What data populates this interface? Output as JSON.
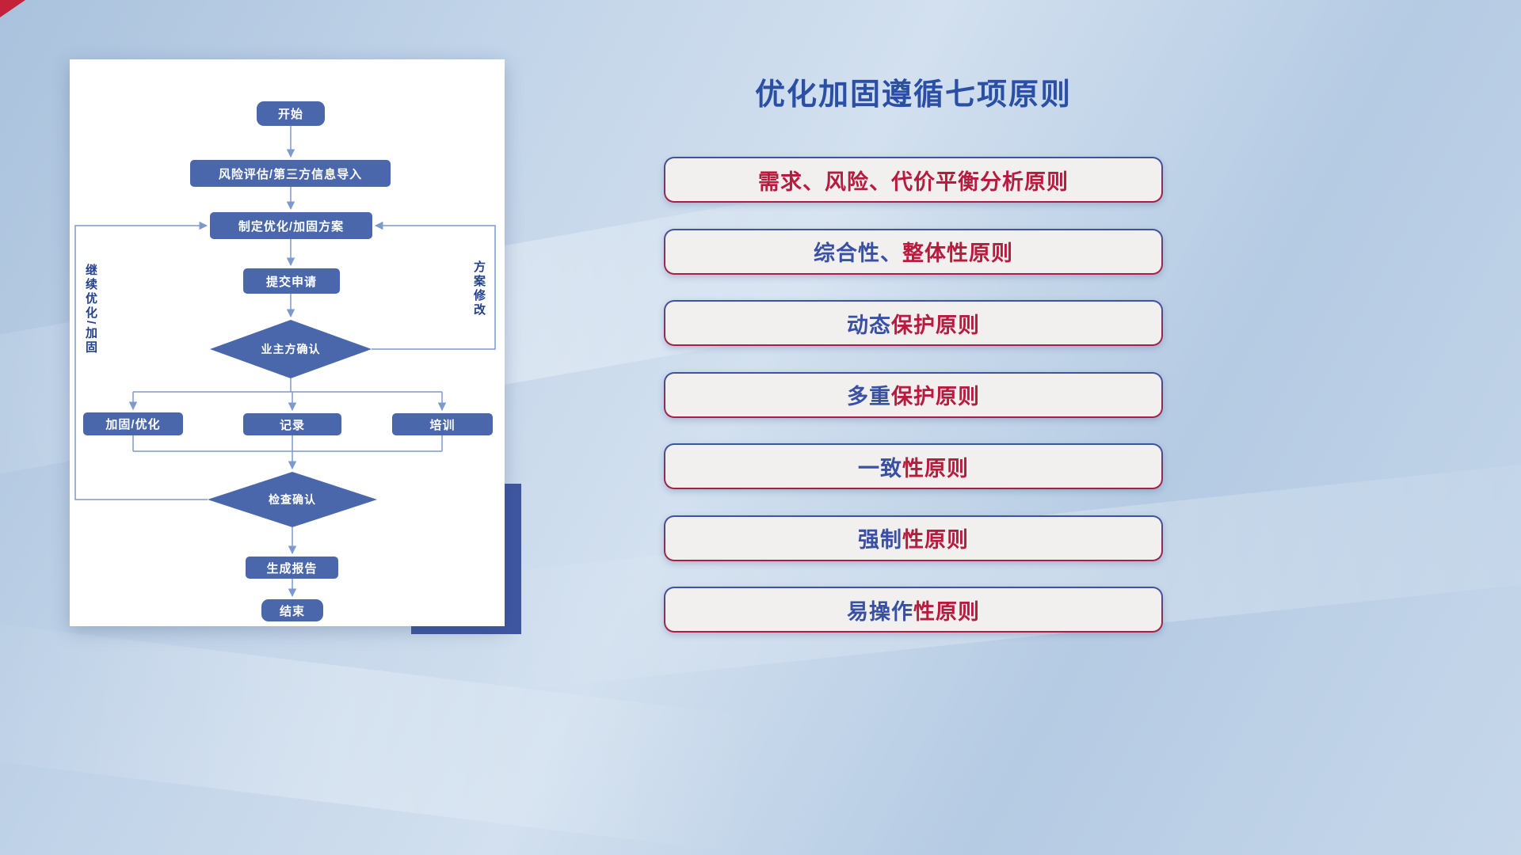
{
  "title": "优化加固遵循七项原则",
  "flowchart": {
    "nodes": {
      "start": "开始",
      "risk_import": "风险评估/第三方信息导入",
      "make_plan": "制定优化/加固方案",
      "submit": "提交申请",
      "owner_confirm": "业主方确认",
      "reinforce": "加固/优化",
      "record": "记录",
      "training": "培训",
      "check_confirm": "检查确认",
      "report": "生成报告",
      "end": "结束"
    },
    "labels": {
      "continue_loop": "继续优化/加固",
      "modify_loop": "方案修改"
    }
  },
  "principles": [
    {
      "segments": [
        {
          "text": "需求、风险、代价平衡分析原则",
          "color": "#b81b3e"
        }
      ]
    },
    {
      "segments": [
        {
          "text": "综合性、",
          "color": "#3a50a5"
        },
        {
          "text": "整体性原则",
          "color": "#b81b3e"
        }
      ]
    },
    {
      "segments": [
        {
          "text": "动态",
          "color": "#3a50a5"
        },
        {
          "text": "保护原则",
          "color": "#b81b3e"
        }
      ]
    },
    {
      "segments": [
        {
          "text": "多重",
          "color": "#3a50a5"
        },
        {
          "text": "保护原则",
          "color": "#b81b3e"
        }
      ]
    },
    {
      "segments": [
        {
          "text": "一致",
          "color": "#3a50a5"
        },
        {
          "text": "性原则",
          "color": "#b81b3e"
        }
      ]
    },
    {
      "segments": [
        {
          "text": "强制",
          "color": "#3a50a5"
        },
        {
          "text": "性原则",
          "color": "#b81b3e"
        }
      ]
    },
    {
      "segments": [
        {
          "text": "易操作",
          "color": "#3a50a5"
        },
        {
          "text": "性原则",
          "color": "#b81b3e"
        }
      ]
    }
  ],
  "colors": {
    "title_blue": "#2a4fa5",
    "principle_crimson": "#b81b3e",
    "principle_blue": "#3a50a5",
    "node_blue": "#4a67ac",
    "connector_blue": "#7d99cd",
    "shadow_navy": "#3f57a1",
    "corner_red": "#c3223a"
  }
}
